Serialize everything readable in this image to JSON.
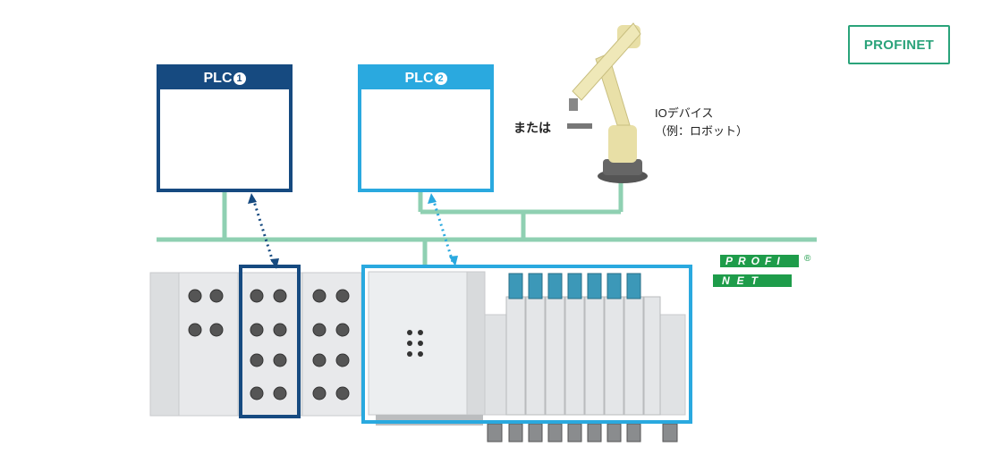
{
  "badge": {
    "label": "PROFINET"
  },
  "plc1": {
    "title": "PLC",
    "number": "1"
  },
  "plc2": {
    "title": "PLC",
    "number": "2"
  },
  "alternative_text": "または",
  "io_device": {
    "line1": "IOデバイス",
    "line2": "（例：ロボット）"
  },
  "logo": {
    "text_top": "PROFI",
    "text_bottom": "NET",
    "registered": "®"
  },
  "colors": {
    "network_line": "#8fd0b2",
    "plc1_frame": "#164a80",
    "plc2_frame": "#2aa9df",
    "profinet_green": "#2aa37a"
  }
}
